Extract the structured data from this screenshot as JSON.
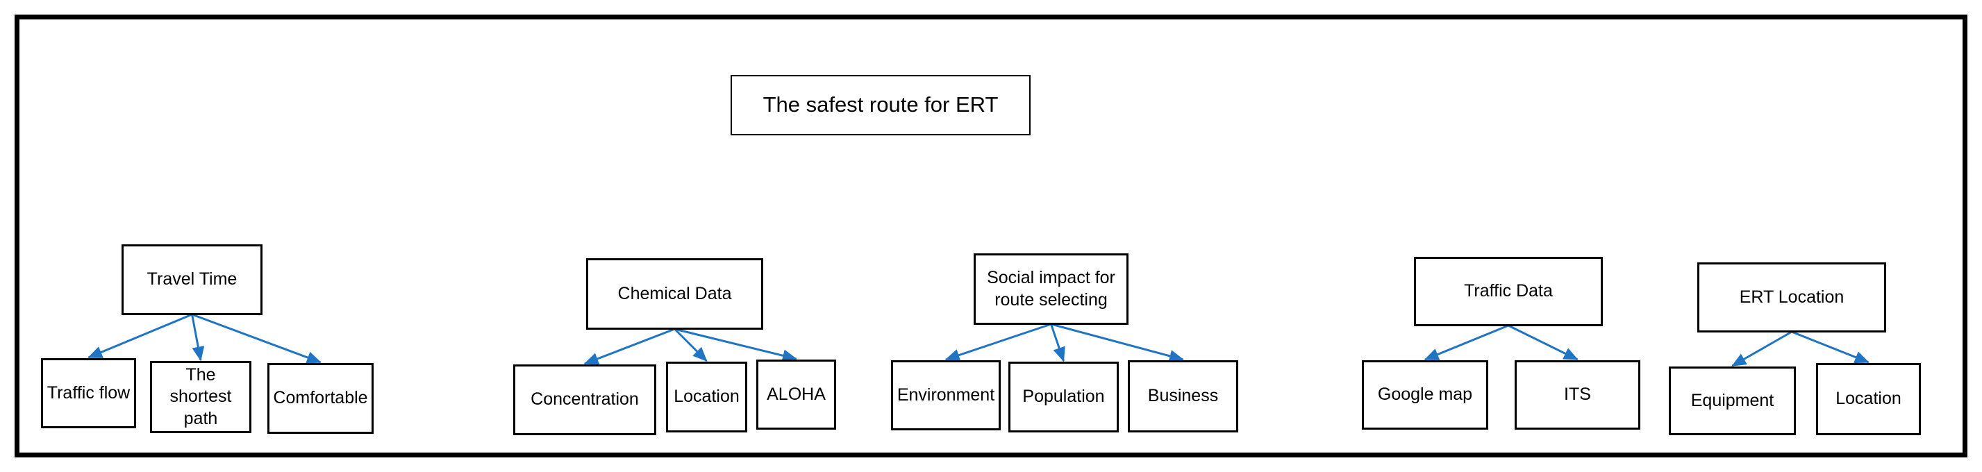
{
  "diagram": {
    "type": "tree",
    "title": "The safest route for ERT",
    "arrow_color": "#2074C4",
    "border_color": "#000000",
    "groups": [
      {
        "parent": "Travel Time",
        "children": [
          "Traffic flow",
          "The shortest path",
          "Comfortable"
        ]
      },
      {
        "parent": "Chemical Data",
        "children": [
          "Concentration",
          "Location",
          "ALOHA"
        ]
      },
      {
        "parent": "Social impact for route selecting",
        "children": [
          "Environment",
          "Population",
          "Business"
        ]
      },
      {
        "parent": "Traffic Data",
        "children": [
          "Google map",
          "ITS"
        ]
      },
      {
        "parent": "ERT Location",
        "children": [
          "Equipment",
          "Location"
        ]
      }
    ]
  }
}
